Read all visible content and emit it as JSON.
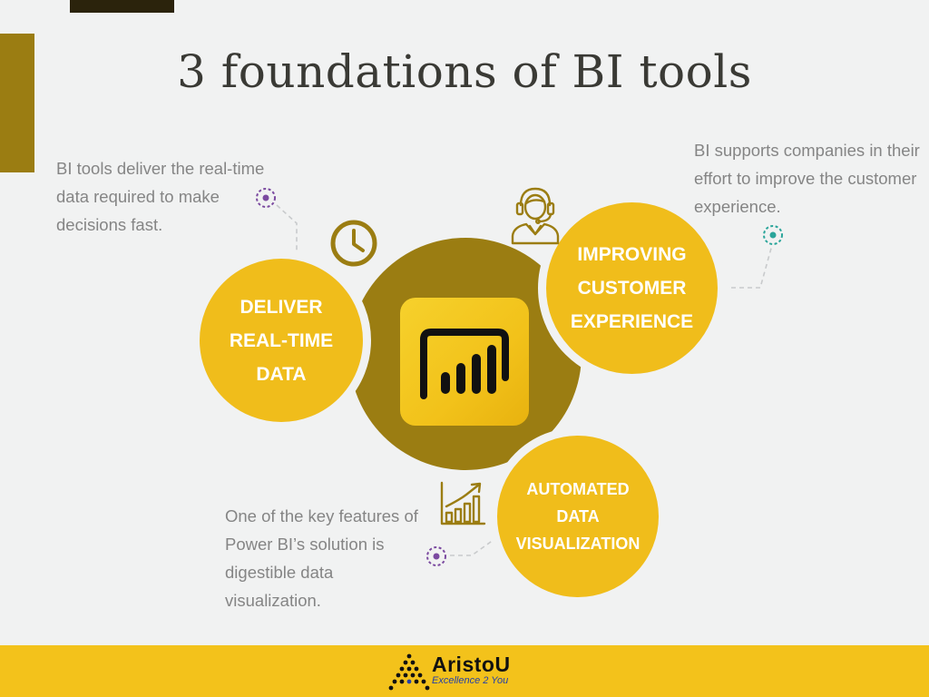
{
  "title": "3 foundations of BI tools",
  "descriptions": {
    "left": "BI tools deliver the real-time data required to make decisions fast.",
    "right": "BI supports companies in their effort to improve the customer experience.",
    "bottom": "One of the key features of Power BI’s solution is digestible data visualization."
  },
  "foundations": {
    "deliver": [
      "DELIVER",
      "REAL-TIME",
      "DATA"
    ],
    "customer": [
      "IMPROVING",
      "CUSTOMER",
      "EXPERIENCE"
    ],
    "automated": [
      "AUTOMATED",
      "DATA",
      "VISUALIZATION"
    ]
  },
  "logo": {
    "name": "AristoU",
    "tagline": "Excellence 2 You"
  },
  "colors": {
    "gold": "#f0bd1b",
    "olive": "#9b7d12",
    "background": "#f1f2f2",
    "dark": "#2b230c",
    "purple_dot": "#7b4aa0",
    "teal_dot": "#2aa59a"
  },
  "icons": [
    "clock-icon",
    "headset-agent-icon",
    "growth-chart-icon",
    "power-bi-logo-icon"
  ]
}
